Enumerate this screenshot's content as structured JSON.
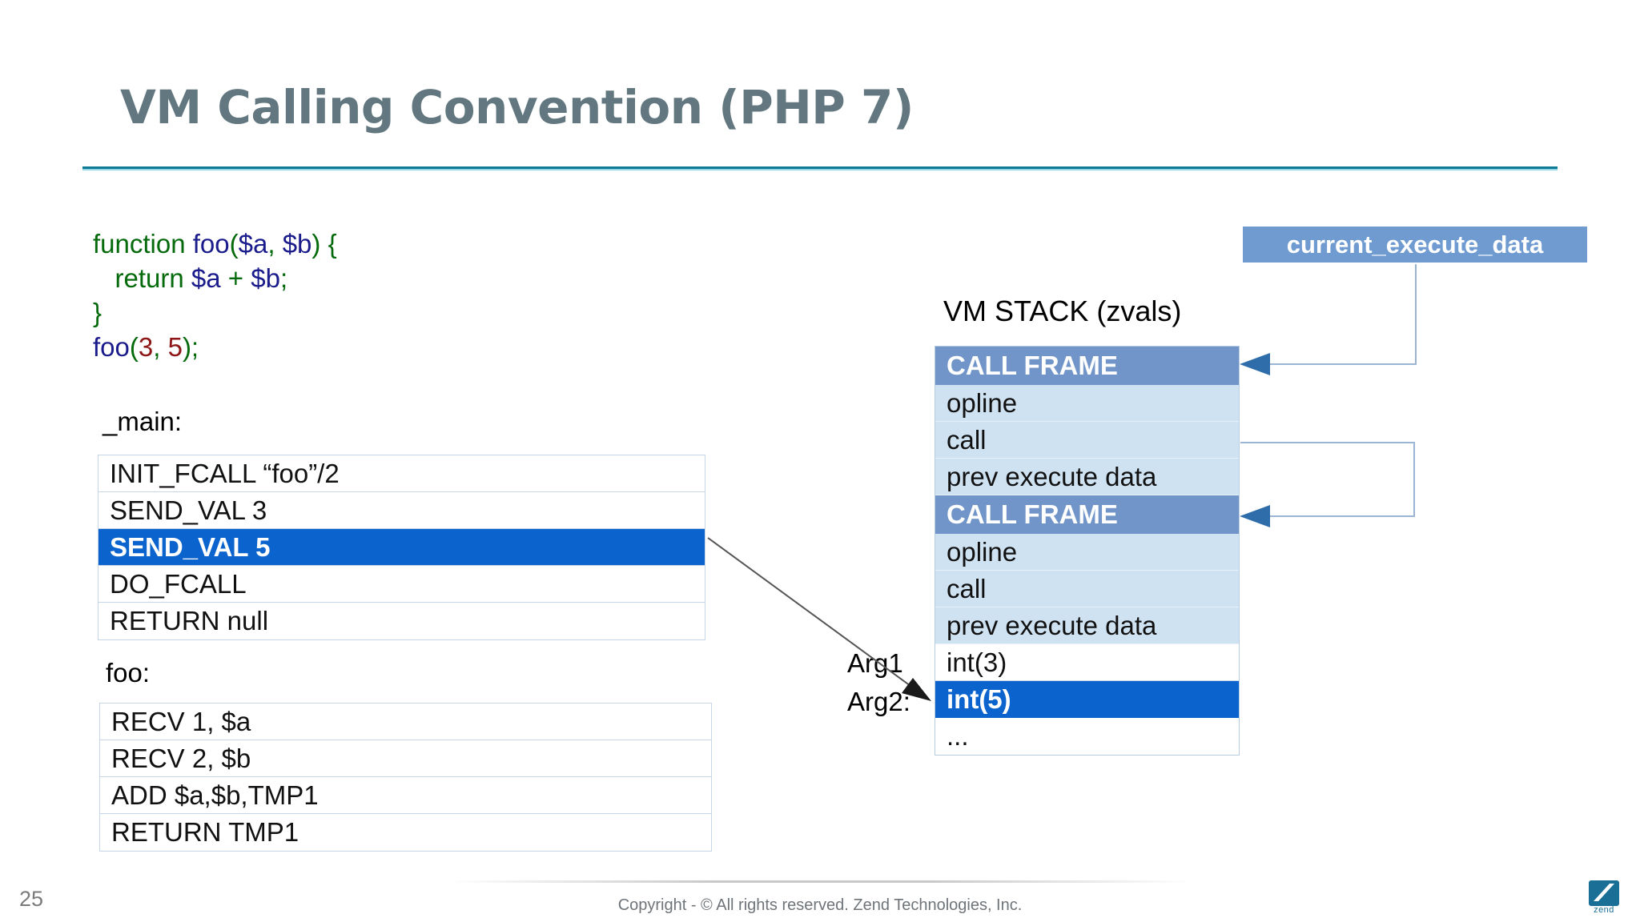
{
  "slide": {
    "title": "VM Calling Convention (PHP 7)",
    "number": "25",
    "copyright": "Copyright - © All rights reserved. Zend Technologies, Inc.",
    "logo_text": "zend",
    "accent_color": "#0e7a96",
    "highlight_color": "#0b63ce",
    "frame_color": "#7195c8",
    "pale_row_color": "#cfe2f2",
    "badge_color": "#6f9bd1"
  },
  "code": {
    "lines": [
      [
        {
          "t": "function ",
          "c": "kw"
        },
        {
          "t": "foo",
          "c": "id"
        },
        {
          "t": "(",
          "c": "pun"
        },
        {
          "t": "$a",
          "c": "id"
        },
        {
          "t": ", ",
          "c": "pun"
        },
        {
          "t": "$b",
          "c": "id"
        },
        {
          "t": ") {",
          "c": "pun"
        }
      ],
      [
        {
          "t": "   return ",
          "c": "kw"
        },
        {
          "t": "$a",
          "c": "id"
        },
        {
          "t": " + ",
          "c": "pun"
        },
        {
          "t": "$b",
          "c": "id"
        },
        {
          "t": ";",
          "c": "pun"
        }
      ],
      [
        {
          "t": "}",
          "c": "pun"
        }
      ],
      [
        {
          "t": "foo",
          "c": "id"
        },
        {
          "t": "(",
          "c": "pun"
        },
        {
          "t": "3",
          "c": "num"
        },
        {
          "t": ", ",
          "c": "pun"
        },
        {
          "t": "5",
          "c": "num"
        },
        {
          "t": ");",
          "c": "pun"
        }
      ]
    ]
  },
  "main_function": {
    "label": "_main:",
    "rows": [
      {
        "text": "INIT_FCALL  “foo”/2",
        "highlighted": false
      },
      {
        "text": "SEND_VAL 3",
        "highlighted": false
      },
      {
        "text": "SEND_VAL 5",
        "highlighted": true
      },
      {
        "text": "DO_FCALL",
        "highlighted": false
      },
      {
        "text": "RETURN null",
        "highlighted": false
      }
    ]
  },
  "foo_function": {
    "label": "foo:",
    "rows": [
      {
        "text": "RECV 1, $a",
        "highlighted": false
      },
      {
        "text": "RECV 2, $b",
        "highlighted": false
      },
      {
        "text": "ADD $a,$b,TMP1",
        "highlighted": false
      },
      {
        "text": "RETURN TMP1",
        "highlighted": false
      }
    ]
  },
  "vm_stack": {
    "label": "VM STACK (zvals)",
    "rows": [
      {
        "text": "CALL FRAME",
        "style": "frame"
      },
      {
        "text": "opline",
        "style": "pale"
      },
      {
        "text": "call",
        "style": "pale"
      },
      {
        "text": "prev  execute  data",
        "style": "pale"
      },
      {
        "text": "CALL FRAME",
        "style": "frame"
      },
      {
        "text": "opline",
        "style": "pale"
      },
      {
        "text": "call",
        "style": "pale"
      },
      {
        "text": "prev  execute  data",
        "style": "pale"
      },
      {
        "text": "int(3)",
        "style": "plain"
      },
      {
        "text": "int(5)",
        "style": "hl"
      },
      {
        "text": "...",
        "style": "plain"
      }
    ]
  },
  "badge": {
    "label": "current_execute_data"
  },
  "args": {
    "arg1": "Arg1",
    "arg2": "Arg2:"
  }
}
